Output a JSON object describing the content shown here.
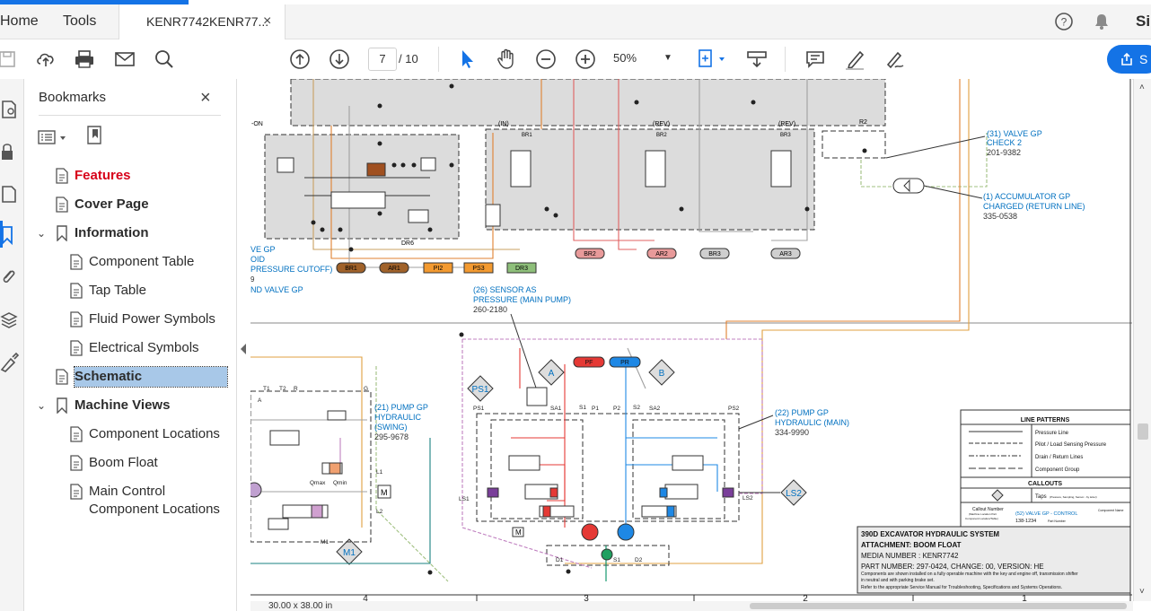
{
  "menubar": {
    "home": "Home",
    "tools": "Tools",
    "doc_tab": "KENR7742KENR77...",
    "doc_tab_close": "×",
    "user_initials": "Si"
  },
  "toolbar": {
    "page_current": "7",
    "page_total": "/ 10",
    "zoom": "50%",
    "share": "S"
  },
  "bookmarks": {
    "title": "Bookmarks",
    "close": "×",
    "items": [
      {
        "label": "Features"
      },
      {
        "label": "Cover Page"
      },
      {
        "label": "Information"
      },
      {
        "label": "Component Table"
      },
      {
        "label": "Tap Table"
      },
      {
        "label": "Fluid Power Symbols"
      },
      {
        "label": "Electrical Symbols"
      },
      {
        "label": "Schematic"
      },
      {
        "label": "Machine Views"
      },
      {
        "label": "Component Locations"
      },
      {
        "label": "Boom Float"
      },
      {
        "label": "Main Control"
      },
      {
        "label": "Component Locations"
      }
    ]
  },
  "schematic": {
    "labels": {
      "in": "(IN)",
      "rev1": "(REV)",
      "rev2": "(REV)",
      "on": "-ON",
      "br1": "BR1",
      "br2": "BR2",
      "br3": "BR3",
      "r2": "R2",
      "dr6": "DR6",
      "valve_gp_a": "VE GP",
      "valve_gp_b": "OID",
      "valve_gp_c": "PRESSURE CUTOFF)",
      "valve_gp_d": "9",
      "valve_gp_e": "ND VALVE GP",
      "p_br1": "BR1",
      "p_ar1": "AR1",
      "p_pi2": "PI2",
      "p_ps3": "PS3",
      "p_dr3": "DR3",
      "p_br2": "BR2",
      "p_ar2": "AR2",
      "p_br3": "BR3",
      "p_ar3": "AR3",
      "valve31_a": "(31) VALVE GP",
      "valve31_b": "CHECK 2",
      "valve31_c": "201-9382",
      "acc_a": "(1) ACCUMULATOR GP",
      "acc_b": "CHARGED (RETURN LINE)",
      "acc_c": "335-0538",
      "sensor_a": "(26) SENSOR AS",
      "sensor_b": "PRESSURE (MAIN PUMP)",
      "sensor_c": "260-2180",
      "pf": "PF",
      "pr": "PR",
      "a": "A",
      "b": "B",
      "ps1": "PS1",
      "ps1b": "PS1",
      "sa1": "SA1",
      "sa2": "SA2",
      "s1": "S1",
      "s2": "S2",
      "p1": "P1",
      "p2": "P2",
      "ps2": "PS2",
      "ls1": "LS1",
      "ls2": "LS2",
      "ls2b": "LS2",
      "d1": "D1",
      "d2": "D2",
      "s1b": "S1",
      "pump22_a": "(22) PUMP GP",
      "pump22_b": "HYDRAULIC (MAIN)",
      "pump22_c": "334-9990",
      "pump21_a": "(21) PUMP GP",
      "pump21_b": "HYDRAULIC",
      "pump21_c": "(SWING)",
      "pump21_d": "295-9678",
      "t1": "T1",
      "t2": "T2",
      "r": "R",
      "g": "G",
      "a2": "A",
      "qmax": "Qmax",
      "qmin": "Qmin",
      "l1": "L1",
      "l2": "L2",
      "m1": "M1",
      "m1b": "M1",
      "m": "M",
      "m2": "M"
    },
    "legend": {
      "line_patterns": "LINE PATTERNS",
      "pressure": "Pressure Line",
      "pilot": "Pilot / Load Sensing Pressure",
      "drain": "Drain / Return Lines",
      "group": "Component Group",
      "callouts": "CALLOUTS",
      "taps": "Taps",
      "taps_small": "(Pressure, Sampling, Sensor - by letter)",
      "callout_number": "Callout Number",
      "callout_small1": "(Machine Location Part",
      "callout_small2": "Component Location/Table)",
      "callout_example": "(52) VALVE GP - CONTROL",
      "callout_partno": "138-1234",
      "part_number": "Part Number",
      "component_name": "Component Name"
    },
    "title_block": {
      "line1": "390D EXCAVATOR HYDRAULIC SYSTEM",
      "line2": "ATTACHMENT: BOOM FLOAT",
      "line3": "MEDIA NUMBER : KENR7742",
      "line4": "PART NUMBER: 297-0424, CHANGE: 00, VERSION: HE",
      "line5": "Components are shown installed on a fully operable machine with the key and engine off, transmission shifter",
      "line6": "in neutral and with parking brake set.",
      "line7": "Refer to the appropriate Service Manual for Troubleshooting, Specifications and Systems Operations."
    },
    "grid": {
      "c4": "4",
      "c3": "3",
      "c2": "2",
      "c1": "1"
    }
  },
  "status": {
    "page_size": "30.00 x 38.00 in"
  },
  "colors": {
    "accent": "#1473e6",
    "features_red": "#d7001a",
    "pf_red": "#e53935",
    "pr_blue": "#1e88e5"
  }
}
